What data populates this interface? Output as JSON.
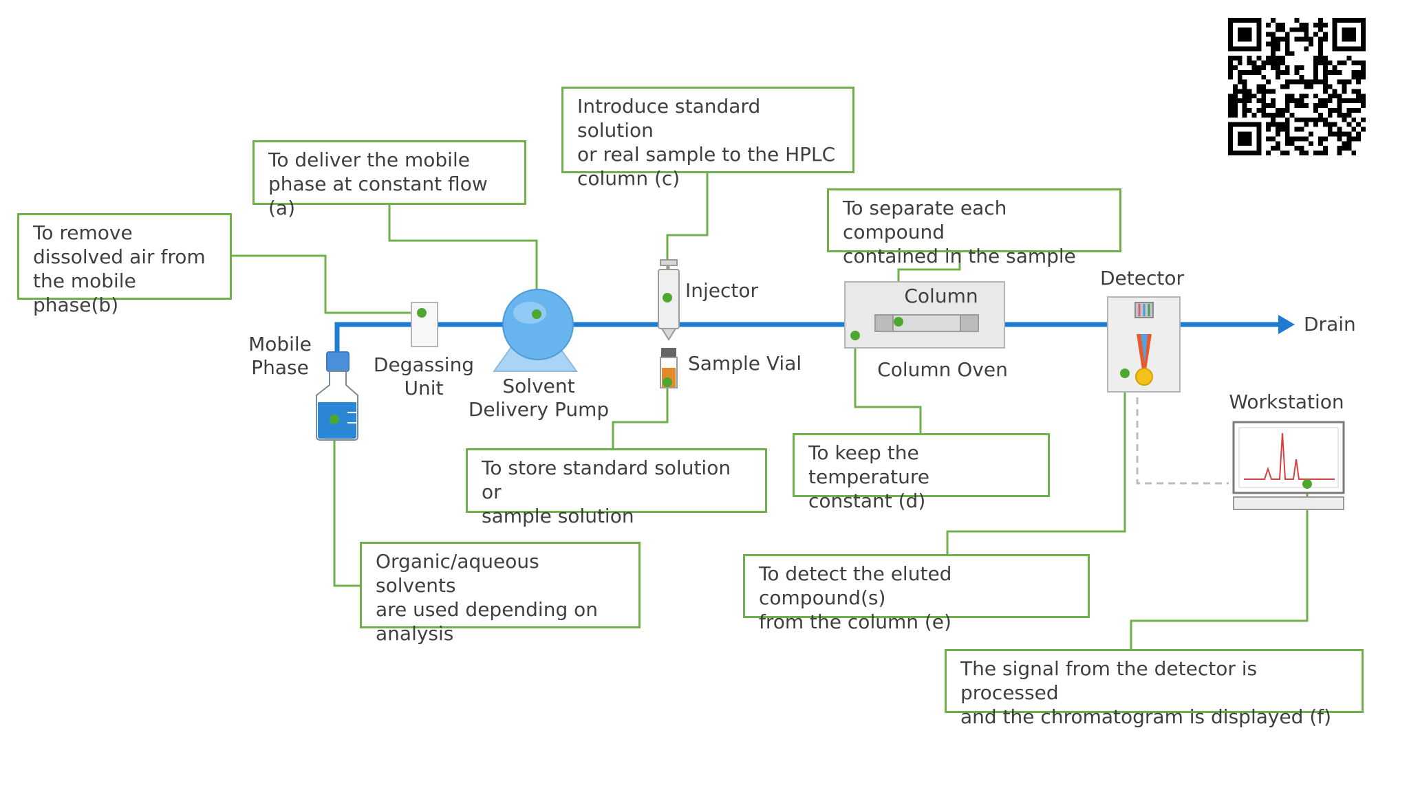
{
  "components": {
    "mobile_phase": "Mobile\nPhase",
    "degassing_unit": "Degassing\nUnit",
    "pump": "Solvent\nDelivery Pump",
    "injector": "Injector",
    "sample_vial": "Sample Vial",
    "column": "Column",
    "column_oven": "Column Oven",
    "detector": "Detector",
    "drain": "Drain",
    "workstation": "Workstation"
  },
  "annotations": {
    "degassing": "To remove\ndissolved air from\nthe mobile phase(b)",
    "pump": "To deliver the mobile\nphase at constant flow (a)",
    "injector": "Introduce standard solution\nor real sample to the HPLC\ncolumn (c)",
    "column": "To separate each compound\ncontained in the sample",
    "sample_vial": "To store standard solution or\nsample solution",
    "column_oven": "To keep the temperature\nconstant (d)",
    "mobile_phase": "Organic/aqueous solvents\nare used depending on\nanalysis",
    "detector": "To detect the eluted compound(s)\nfrom the column (e)",
    "workstation": "The signal from the detector is processed\nand the chromatogram is displayed (f)"
  },
  "colors": {
    "flow_line": "#1f7bd0",
    "callout_green": "#6fb04a",
    "liquid_blue": "#2b86d6",
    "text": "#3f3f3f"
  }
}
